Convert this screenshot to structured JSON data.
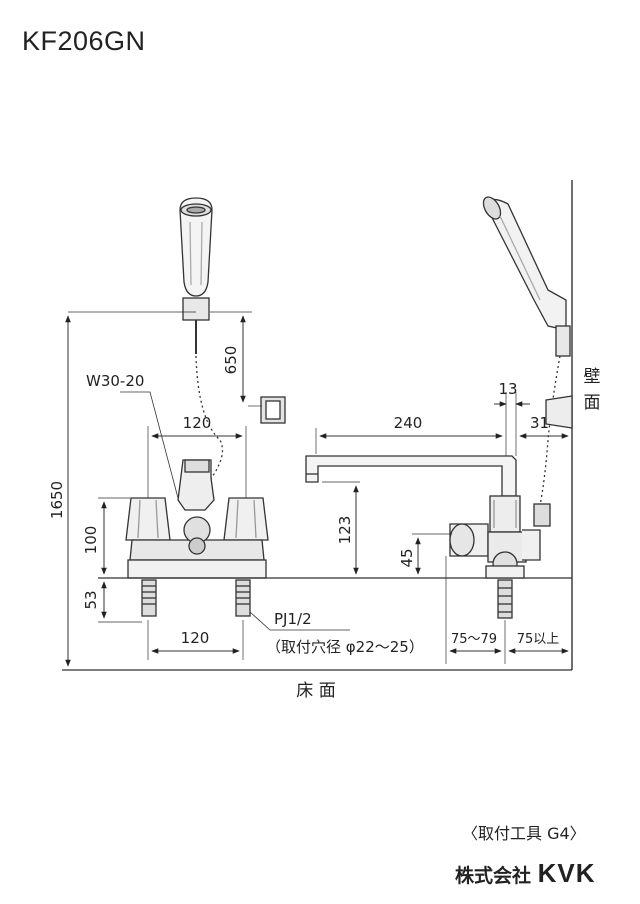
{
  "model": "KF206GN",
  "dimensions": {
    "d1650": "1650",
    "d650": "650",
    "d120_top": "120",
    "d100": "100",
    "d53": "53",
    "d120_bottom": "120",
    "d240": "240",
    "d13": "13",
    "d31": "31",
    "d123": "123",
    "d45": "45",
    "d75_79": "75～79",
    "d75min": "75以上"
  },
  "labels": {
    "hook_thread": "W30-20",
    "pipe_thread": "PJ1/2",
    "mount_hole": "（取付穴径 φ22～25）",
    "floor": "床 面",
    "wall_1": "壁",
    "wall_2": "面"
  },
  "footer": {
    "tool": "〈取付工具 G4〉",
    "company": "株式会社",
    "brand": "KVK"
  }
}
